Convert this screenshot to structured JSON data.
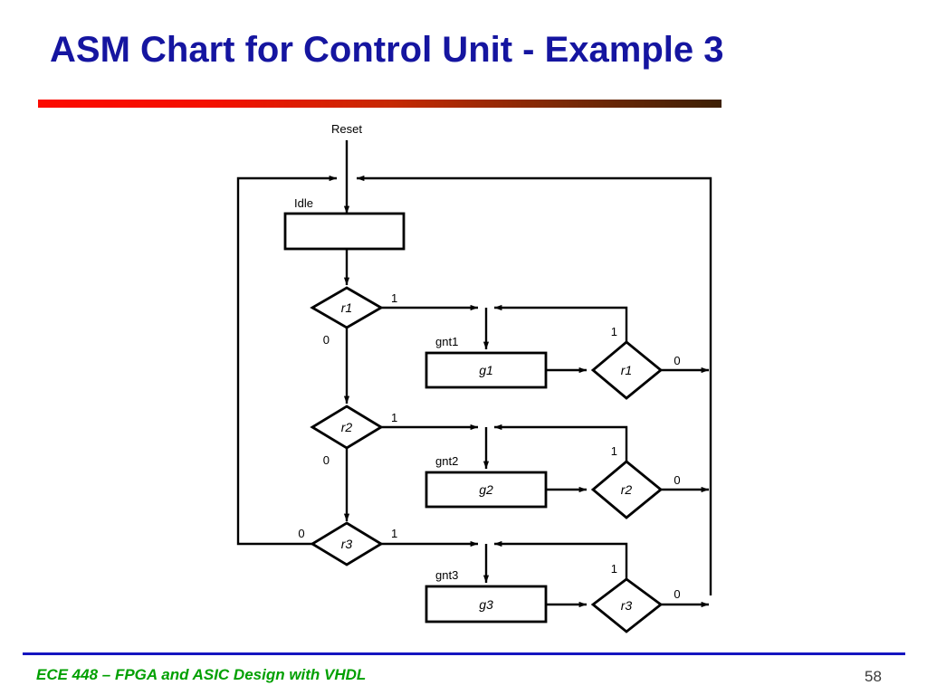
{
  "slide": {
    "title": "ASM Chart for Control Unit - Example 3",
    "title_color": "#1515a0",
    "rule_gradient_from": "#fc0a00",
    "rule_gradient_to": "#3d2005"
  },
  "footer": {
    "course": "ECE 448 – FPGA and ASIC Design with VHDL",
    "course_color": "#00a000",
    "page_number": "58",
    "rule_color": "#1515c0"
  },
  "diagram": {
    "type": "asm-chart",
    "reset_label": "Reset",
    "states": [
      {
        "id": "idle",
        "name": "Idle",
        "output": ""
      },
      {
        "id": "gnt1",
        "name": "gnt1",
        "output": "g1"
      },
      {
        "id": "gnt2",
        "name": "gnt2",
        "output": "g2"
      },
      {
        "id": "gnt3",
        "name": "gnt3",
        "output": "g3"
      }
    ],
    "decisions": [
      {
        "id": "d-r1-a",
        "condition": "r1",
        "true_label": "1",
        "false_label": "0"
      },
      {
        "id": "d-r1-b",
        "condition": "r1",
        "true_label": "1",
        "false_label": "0"
      },
      {
        "id": "d-r2-a",
        "condition": "r2",
        "true_label": "1",
        "false_label": "0"
      },
      {
        "id": "d-r2-b",
        "condition": "r2",
        "true_label": "1",
        "false_label": "0"
      },
      {
        "id": "d-r3-a",
        "condition": "r3",
        "true_label": "1",
        "false_label": "0"
      },
      {
        "id": "d-r3-b",
        "condition": "r3",
        "true_label": "1",
        "false_label": "0"
      }
    ],
    "labels": {
      "reset": "Reset",
      "idle": "Idle",
      "gnt1": "gnt1",
      "gnt2": "gnt2",
      "gnt3": "gnt3",
      "g1": "g1",
      "g2": "g2",
      "g3": "g3",
      "r1_a": "r1",
      "r1_b": "r1",
      "r2_a": "r2",
      "r2_b": "r2",
      "r3_a": "r3",
      "r3_b": "r3",
      "one": "1",
      "zero": "0",
      "r1a_true": "1",
      "r1a_false": "0",
      "r1b_true": "1",
      "r1b_false": "0",
      "r2a_true": "1",
      "r2a_false": "0",
      "r2b_true": "1",
      "r2b_false": "0",
      "r3a_true": "1",
      "r3a_false": "0",
      "r3b_true": "1",
      "r3b_false": "0"
    }
  }
}
